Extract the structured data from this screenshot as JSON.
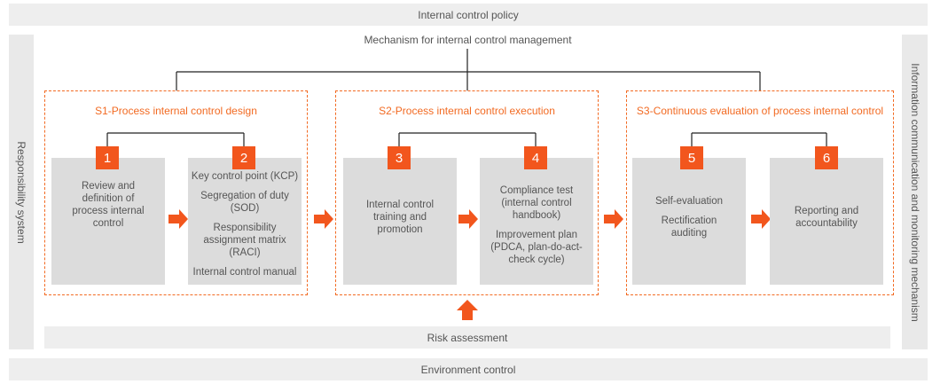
{
  "top_band": "Internal control policy",
  "mechanism": "Mechanism for internal control management",
  "left_band": "Responsibility system",
  "right_band": "Information communication and monitoring mechanism",
  "risk_band": "Risk assessment",
  "bottom_band": "Environment control",
  "stages": [
    {
      "title": "S1-Process internal control design"
    },
    {
      "title": "S2-Process internal control execution"
    },
    {
      "title": "S3-Continuous evaluation of process internal control"
    }
  ],
  "steps": [
    {
      "number": "1",
      "lines": [
        "Review and definition of process internal control"
      ]
    },
    {
      "number": "2",
      "lines": [
        "Key control point (KCP)",
        "Segregation of duty (SOD)",
        "Responsibility assignment matrix (RACI)",
        "Internal control manual"
      ]
    },
    {
      "number": "3",
      "lines": [
        "Internal control training and promotion"
      ]
    },
    {
      "number": "4",
      "lines": [
        "Compliance test (internal control handbook)",
        "Improvement plan (PDCA, plan-do-act-check cycle)"
      ]
    },
    {
      "number": "5",
      "lines": [
        "Self-evaluation",
        "Rectification auditing"
      ]
    },
    {
      "number": "6",
      "lines": [
        "Reporting and accountability"
      ]
    }
  ],
  "colors": {
    "accent": "#f2561d",
    "card": "#dcdcdc",
    "band": "#eeeeee"
  }
}
